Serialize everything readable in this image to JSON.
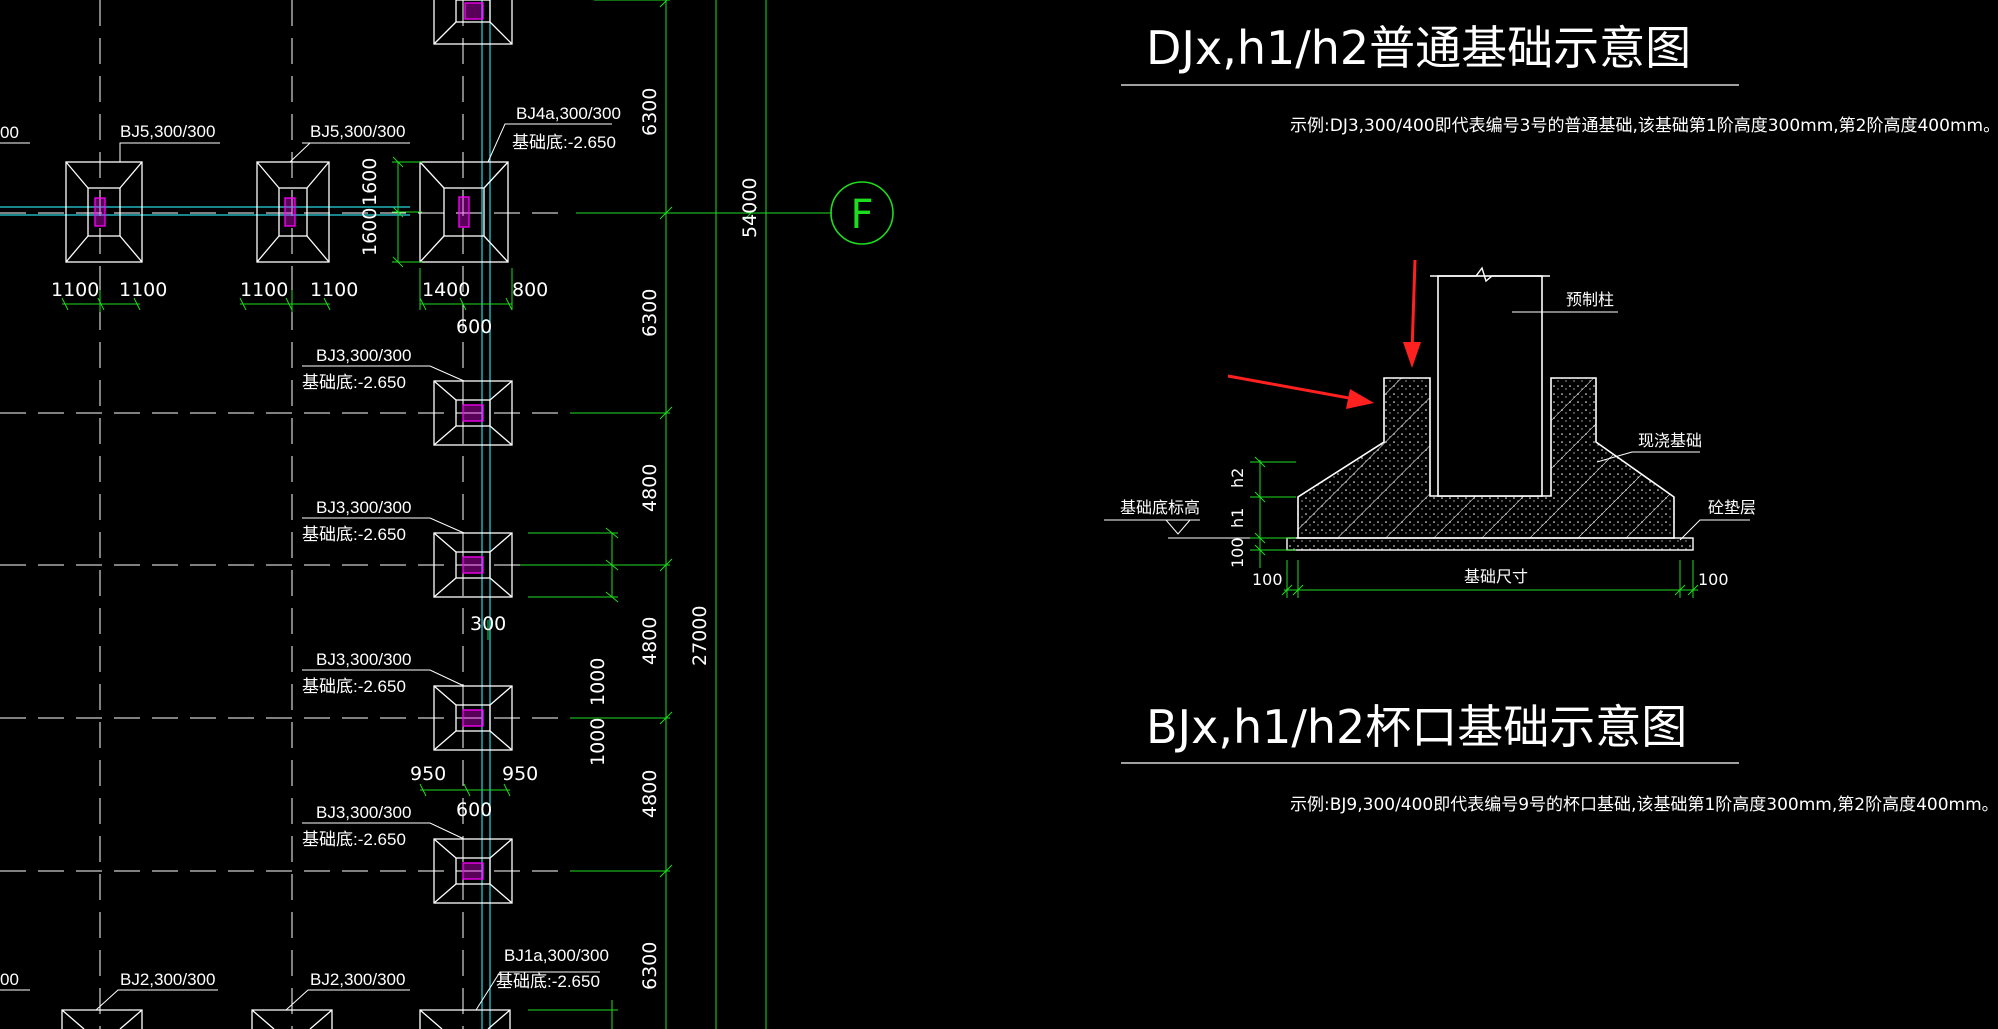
{
  "colors": {
    "background": "#000000",
    "line": "#ffffff",
    "dimension": "#1edc1e",
    "column": "#26d7e0",
    "pier": "#ff00ff",
    "arrow": "#ff2020"
  },
  "footings": {
    "bj5_a": "BJ5,300/300",
    "bj5_b": "BJ5,300/300",
    "bj4a": "BJ4a,300/300",
    "bj4a_elev": "基础底:-2.650",
    "bj3_1": "BJ3,300/300",
    "bj3_1_elev": "基础底:-2.650",
    "bj3_2": "BJ3,300/300",
    "bj3_2_elev": "基础底:-2.650",
    "bj3_3": "BJ3,300/300",
    "bj3_3_elev": "基础底:-2.650",
    "bj3_4": "BJ3,300/300",
    "bj3_4_elev": "基础底:-2.650",
    "bj2_a": "BJ2,300/300",
    "bj2_b": "BJ2,300/300",
    "bj1a": "BJ1a,300/300",
    "bj1a_elev": "基础底:-2.650",
    "left_cut_top": "00",
    "left_cut_bottom": "00"
  },
  "dims": {
    "d1100a": "1100",
    "d1100b": "1100",
    "d1100c": "1100",
    "d1100d": "1100",
    "d1400": "1400",
    "d800": "800",
    "d600a": "600",
    "d1600a": "1600",
    "d1600b": "1600",
    "d300": "300",
    "d1000a": "1000",
    "d1000b": "1000",
    "d950a": "950",
    "d950b": "950",
    "d600b": "600",
    "v6300a": "6300",
    "v6300b": "6300",
    "v4800a": "4800",
    "v4800b": "4800",
    "v4800c": "4800",
    "v6300c": "6300",
    "v54000": "54000",
    "v27000": "27000"
  },
  "axis": {
    "label": "F"
  },
  "legend1": {
    "title": "DJx,h1/h2普通基础示意图",
    "note": "示例:DJ3,300/400即代表编号3号的普通基础,该基础第1阶高度300mm,第2阶高度400mm。"
  },
  "legend2": {
    "title": "BJx,h1/h2杯口基础示意图",
    "note": "示例:BJ9,300/400即代表编号9号的杯口基础,该基础第1阶高度300mm,第2阶高度400mm。"
  },
  "section": {
    "precast_column": "预制柱",
    "cast_in_place": "现浇基础",
    "cushion": "砼垫层",
    "base_elevation": "基础底标高",
    "base_size": "基础尺寸",
    "h1": "h1",
    "h2": "h2",
    "d100_left": "100",
    "d100_right": "100",
    "d100_vertical": "100"
  }
}
